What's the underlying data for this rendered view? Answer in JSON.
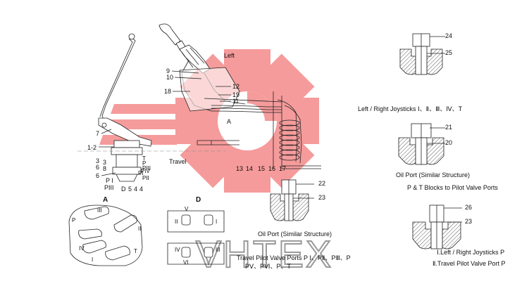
{
  "watermark": {
    "text": "VHTEX",
    "color": "#f27a7a"
  },
  "joystick": {
    "labels": {
      "left": "Left",
      "travel": "Travel",
      "view_a": "A",
      "view_d": "D",
      "ref_a": "A",
      "ref_d": "D"
    },
    "parts": [
      "1-2",
      "3",
      "6",
      "7",
      "8",
      "6",
      "3",
      "9",
      "10",
      "18",
      "12",
      "19",
      "11",
      "13",
      "14",
      "15",
      "16",
      "17",
      "5",
      "4",
      "4"
    ],
    "ports_side": [
      "T",
      "P",
      "PIII",
      "PI",
      "PII",
      "PIV"
    ],
    "ports_bottom": [
      "P I",
      "PIII"
    ],
    "view_a_ports": [
      "III",
      "P",
      "II",
      "IV",
      "T",
      "I"
    ],
    "view_d_ports": [
      "V",
      "II",
      "I",
      "IV",
      "III",
      "VI"
    ]
  },
  "captions": {
    "oil_port_mid": "Oil Port (Similar Structure)",
    "travel_ports": "Travel Pilot Valve Ports P Ⅰ、PⅡ、PⅢ、P",
    "travel_ports_2": "PⅤ、PⅥ、P、T",
    "joysticks_ports": "Left / Right Joysticks Ⅰ、Ⅱ、Ⅲ、Ⅳ、T",
    "oil_port_right": "Oil Port (Similar Structure)",
    "pt_blocks": "P & T Blocks to Pilot Valve Ports",
    "note_1": "Ⅰ.Left / Right Joysticks P",
    "note_2": "Ⅱ.Travel Pilot Valve Port P"
  },
  "fittings": {
    "f1": [
      "24",
      "25"
    ],
    "f2": [
      "21",
      "20"
    ],
    "f3": [
      "22",
      "23"
    ],
    "f4": [
      "26",
      "23"
    ]
  }
}
